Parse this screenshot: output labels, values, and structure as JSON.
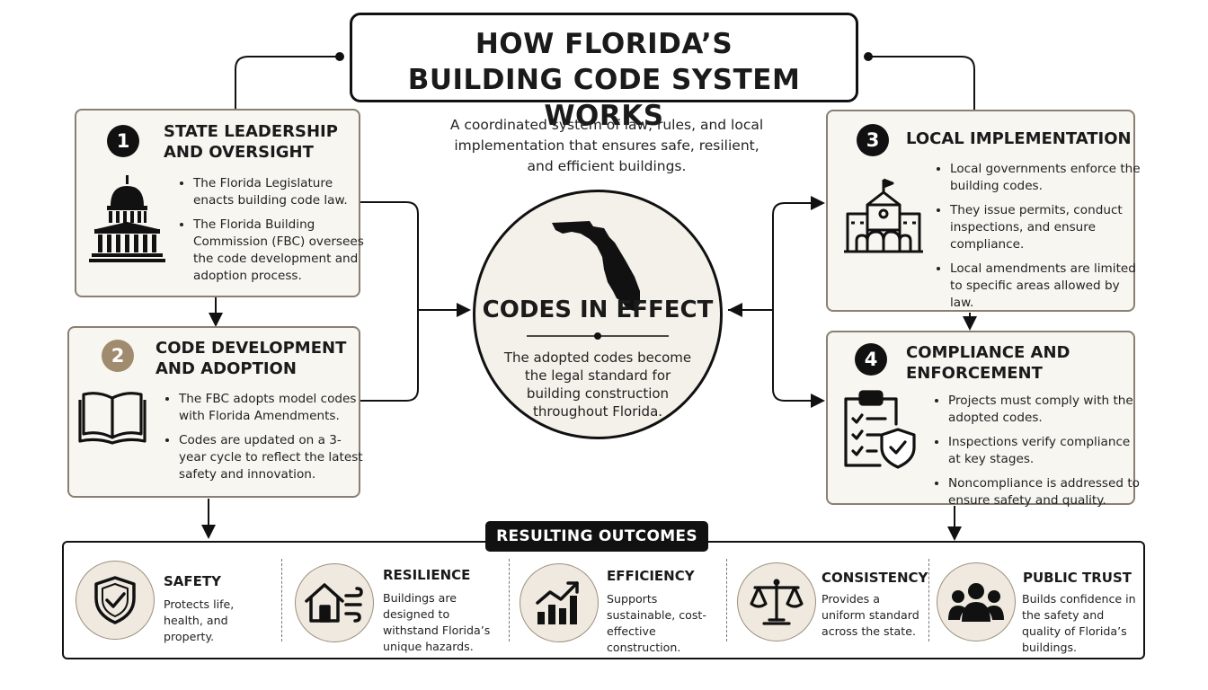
{
  "title": {
    "line1": "HOW FLORIDA’S",
    "line2": "BUILDING CODE SYSTEM WORKS"
  },
  "subtitle": "A coordinated system of law, rules, and local implementation that ensures safe, resilient, and efficient buildings.",
  "center": {
    "title": "CODES IN EFFECT",
    "desc": "The adopted codes become the legal standard for building construction throughout Florida."
  },
  "panels": [
    {
      "num": "1",
      "title_l1": "STATE LEADERSHIP",
      "title_l2": "AND OVERSIGHT",
      "icon": "capitol-icon",
      "bullets": [
        "The Florida Legislature enacts building code law.",
        "The Florida Building Commission (FBC) oversees the code development and adoption process."
      ]
    },
    {
      "num": "2",
      "title_l1": "CODE DEVELOPMENT",
      "title_l2": "AND ADOPTION",
      "icon": "book-icon",
      "bullets": [
        "The FBC adopts model codes with Florida Amendments.",
        "Codes are updated on a 3-year cycle to reflect the latest safety and innovation."
      ]
    },
    {
      "num": "3",
      "title_l1": "LOCAL IMPLEMENTATION",
      "title_l2": "",
      "icon": "town-hall-icon",
      "bullets": [
        "Local governments enforce the building codes.",
        "They issue permits, conduct inspections, and ensure compliance.",
        "Local amendments are limited to specific areas allowed by law."
      ]
    },
    {
      "num": "4",
      "title_l1": "COMPLIANCE AND",
      "title_l2": "ENFORCEMENT",
      "icon": "clipboard-shield-icon",
      "bullets": [
        "Projects must comply with the adopted codes.",
        "Inspections verify compliance at key stages.",
        "Noncompliance is addressed to ensure safety and quality."
      ]
    }
  ],
  "outcomes_label": "RESULTING OUTCOMES",
  "outcomes": [
    {
      "title": "SAFETY",
      "desc": "Protects life, health, and property.",
      "icon": "shield-check-icon"
    },
    {
      "title": "RESILIENCE",
      "desc": "Buildings are designed to withstand Florida’s unique hazards.",
      "icon": "house-wind-icon"
    },
    {
      "title": "EFFICIENCY",
      "desc": "Supports sustainable, cost-effective construction.",
      "icon": "growth-chart-icon"
    },
    {
      "title": "CONSISTENCY",
      "desc": "Provides a uniform standard across the state.",
      "icon": "scales-icon"
    },
    {
      "title": "PUBLIC TRUST",
      "desc": "Builds confidence in the safety and quality of Florida’s buildings.",
      "icon": "people-icon"
    }
  ]
}
